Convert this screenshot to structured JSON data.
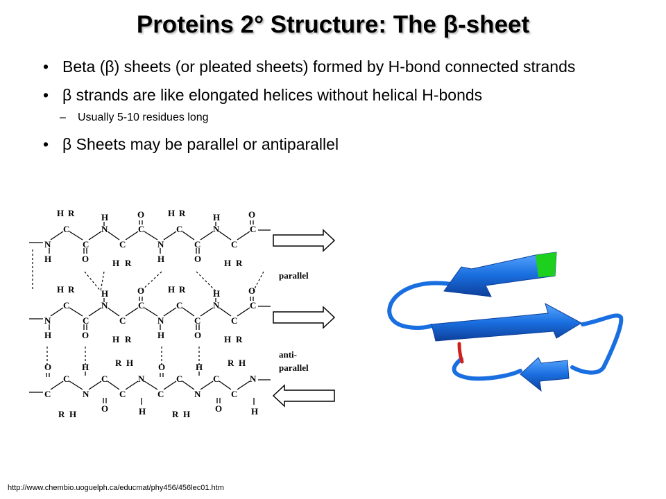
{
  "slide": {
    "title": "Proteins 2° Structure: The β-sheet",
    "bullets": [
      {
        "text": "Beta (β) sheets (or pleated sheets) formed by H-bond connected strands"
      },
      {
        "text": "β strands are like elongated helices without helical H-bonds",
        "sub": "Usually 5-10 residues long"
      },
      {
        "text": "β Sheets may be parallel or antiparallel"
      }
    ],
    "bullet_marker": "•",
    "sub_marker": "–",
    "source_url": "http://www.chembio.uoguelph.ca/educmat/phy456/456lec01.htm"
  },
  "diagram": {
    "label_parallel": "parallel",
    "label_anti_1": "anti-",
    "label_anti_2": "parallel",
    "atoms": {
      "H": "H",
      "R": "R",
      "N": "N",
      "C": "C",
      "O": "O"
    }
  },
  "colors": {
    "ribbon": "#1a6fe0",
    "ribbon_dark": "#0d3f9a",
    "green_tip": "#1ed01e",
    "red_end": "#d0201a"
  }
}
